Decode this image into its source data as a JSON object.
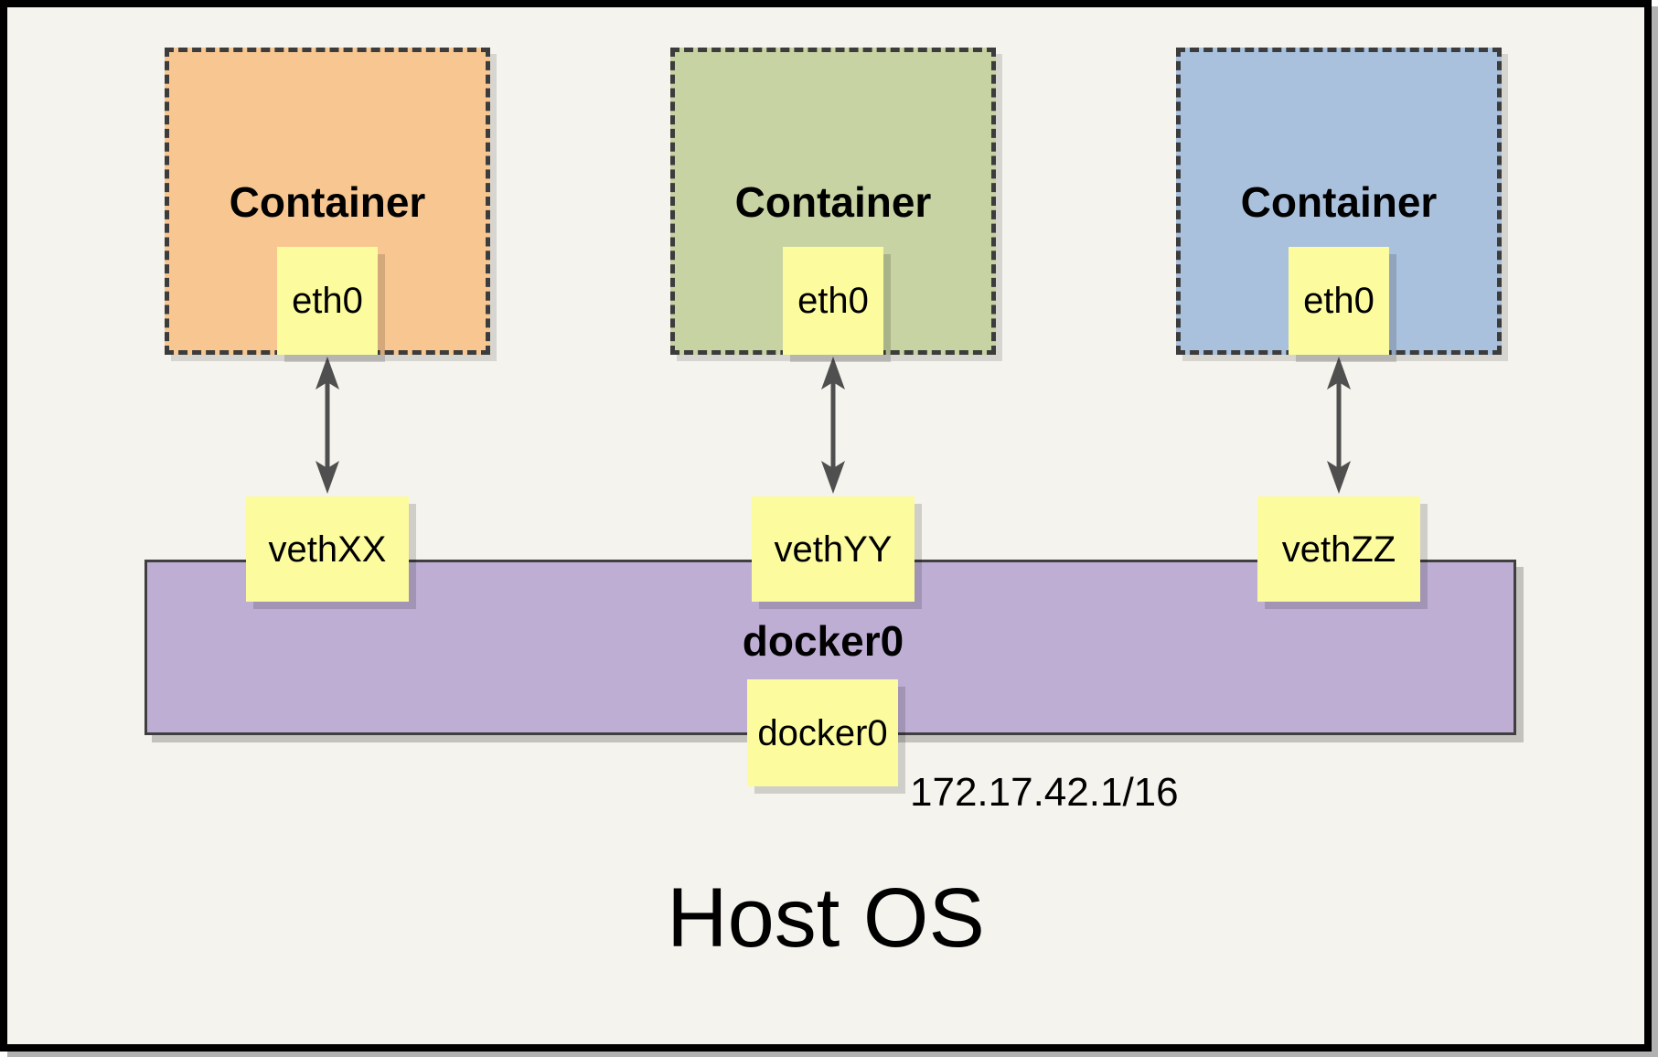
{
  "host_os": {
    "label": "Host OS"
  },
  "containers": [
    {
      "label": "Container",
      "interface": "eth0",
      "veth": "vethXX",
      "fill": "#f8c791"
    },
    {
      "label": "Container",
      "interface": "eth0",
      "veth": "vethYY",
      "fill": "#c7d3a2"
    },
    {
      "label": "Container",
      "interface": "eth0",
      "veth": "vethZZ",
      "fill": "#aac1de"
    }
  ],
  "bridge": {
    "name": "docker0",
    "interface_label": "docker0",
    "ip_address": "172.17.42.1/16",
    "fill": "#bfaed4"
  },
  "colors": {
    "canvas_background": "#f5f3ed",
    "frame_border": "#000000",
    "dashed_border": "#3c3c3c",
    "note_yellow": "#fcfc9e",
    "arrow": "#4f4f4f"
  }
}
